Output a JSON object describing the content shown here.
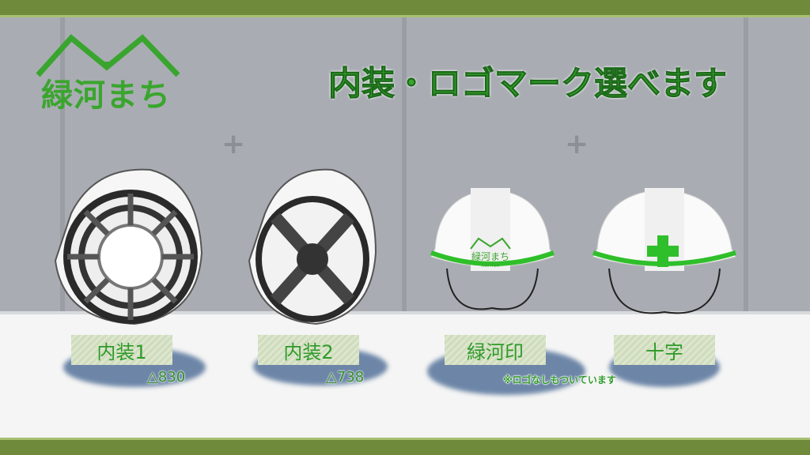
{
  "logo": {
    "text": "緑河まち"
  },
  "title": "内装・ロゴマーク選べます",
  "items": [
    {
      "label": "内装1",
      "price": "△830",
      "icon": "helmet-interior-ring-icon"
    },
    {
      "label": "内装2",
      "price": "△738",
      "icon": "helmet-interior-cross-icon"
    },
    {
      "label": "緑河印",
      "icon": "helmet-logo-icon",
      "decal": "緑河まち",
      "decal_sub": "FAN ITEM"
    },
    {
      "label": "十字",
      "icon": "helmet-cross-icon"
    }
  ],
  "note": "※ロゴなしもついています",
  "colors": {
    "brand_green": "#3aa52e",
    "bar": "#6f8a3a",
    "shadow": "#5f7aa0"
  }
}
